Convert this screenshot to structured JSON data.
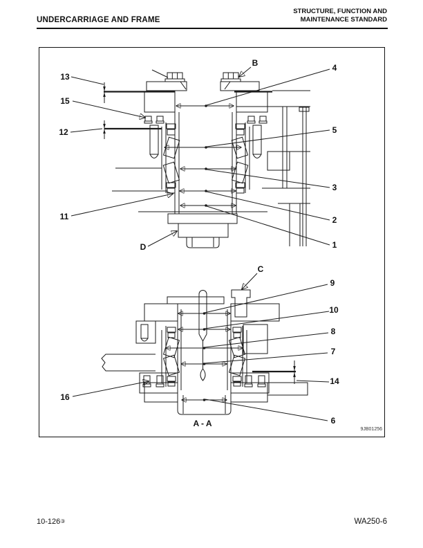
{
  "header": {
    "section_title": "UNDERCARRIAGE AND FRAME",
    "right_title_line1": "STRUCTURE, FUNCTION AND",
    "right_title_line2": "MAINTENANCE STANDARD"
  },
  "figure": {
    "drawing_id": "9JB01256",
    "section_label": "A - A",
    "callouts": {
      "n1": "1",
      "n2": "2",
      "n3": "3",
      "n4": "4",
      "n5": "5",
      "n6": "6",
      "n7": "7",
      "n8": "8",
      "n9": "9",
      "n10": "10",
      "n11": "11",
      "n12": "12",
      "n13": "13",
      "n14": "14",
      "n15": "15",
      "n16": "16",
      "b": "B",
      "c": "C",
      "d": "D"
    }
  },
  "footer": {
    "page_number": "10-126",
    "revision_mark": "③",
    "model_code": "WA250-6"
  }
}
